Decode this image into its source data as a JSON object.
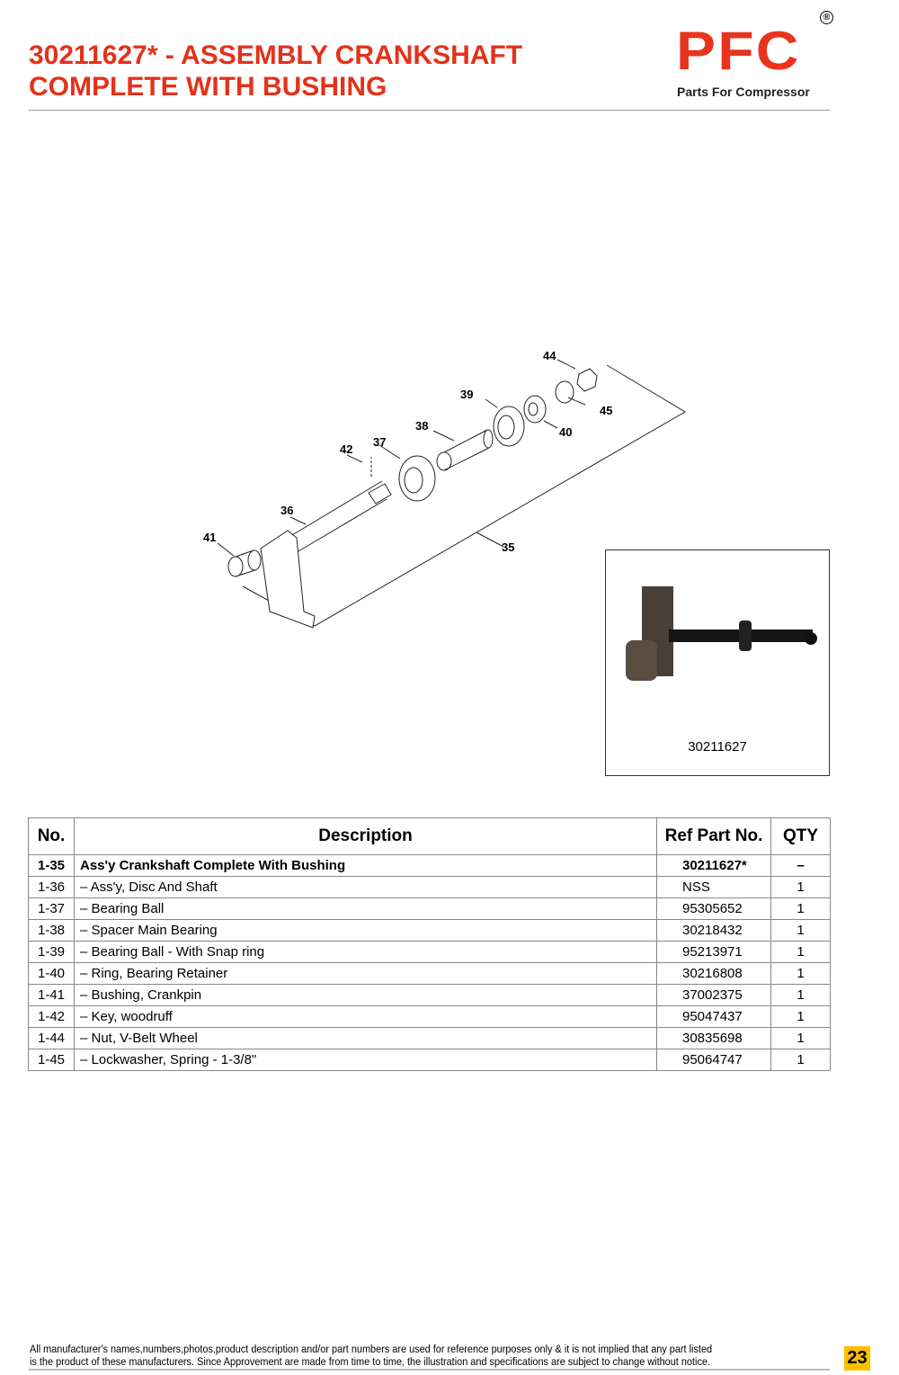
{
  "header": {
    "title_line1": "30211627* - ASSEMBLY CRANKSHAFT",
    "title_line2": "COMPLETE WITH BUSHING"
  },
  "logo": {
    "letters": "PFC",
    "registered": "®",
    "tagline": "Parts For Compressor"
  },
  "diagram": {
    "callouts": [
      "44",
      "39",
      "45",
      "38",
      "40",
      "37",
      "42",
      "36",
      "41",
      "35"
    ]
  },
  "photo": {
    "caption": "30211627"
  },
  "table": {
    "headers": [
      "No.",
      "Description",
      "Ref Part No.",
      "QTY"
    ],
    "rows": [
      [
        "1-35",
        "Ass'y Crankshaft Complete With Bushing",
        "30211627*",
        "–"
      ],
      [
        "1-36",
        "– Ass'y, Disc And Shaft",
        "NSS",
        "1"
      ],
      [
        "1-37",
        "– Bearing Ball",
        "95305652",
        "1"
      ],
      [
        "1-38",
        "– Spacer Main Bearing",
        "30218432",
        "1"
      ],
      [
        "1-39",
        "– Bearing Ball - With Snap ring",
        "95213971",
        "1"
      ],
      [
        "1-40",
        "– Ring, Bearing Retainer",
        "30216808",
        "1"
      ],
      [
        "1-41",
        "– Bushing, Crankpin",
        "37002375",
        "1"
      ],
      [
        "1-42",
        "– Key, woodruff",
        "95047437",
        "1"
      ],
      [
        "1-44",
        "– Nut, V-Belt Wheel",
        "30835698",
        "1"
      ],
      [
        "1-45",
        "– Lockwasher, Spring - 1-3/8\"",
        "95064747",
        "1"
      ]
    ]
  },
  "footer": {
    "line1": "All manufacturer's names,numbers,photos,product description and/or part numbers are used for reference purposes only & it is not implied that any part listed",
    "line2": "is the product of these manufacturers.  Since Approvement are made from time to time,  the illustration and specifications are subject to change without notice.",
    "page": "23"
  },
  "colors": {
    "brand": "#e3321b",
    "page_badge": "#fcc000"
  }
}
